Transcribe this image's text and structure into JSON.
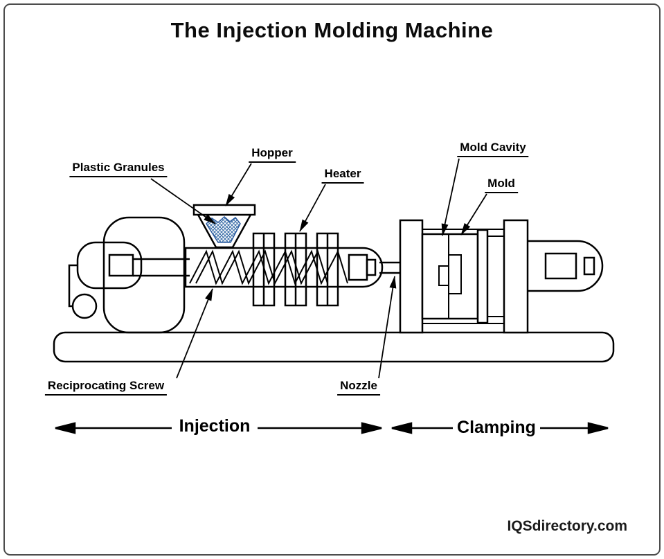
{
  "title": "The Injection Molding Machine",
  "labels": {
    "plastic_granules": "Plastic Granules",
    "hopper": "Hopper",
    "heater": "Heater",
    "mold_cavity": "Mold Cavity",
    "mold": "Mold",
    "reciprocating_screw": "Reciprocating Screw",
    "nozzle": "Nozzle"
  },
  "sections": {
    "injection": "Injection",
    "clamping": "Clamping"
  },
  "watermark": "IQSdirectory.com",
  "colors": {
    "line": "#000000",
    "border": "#4d4d4d",
    "granules": "#3a6ea8",
    "background": "#ffffff"
  }
}
